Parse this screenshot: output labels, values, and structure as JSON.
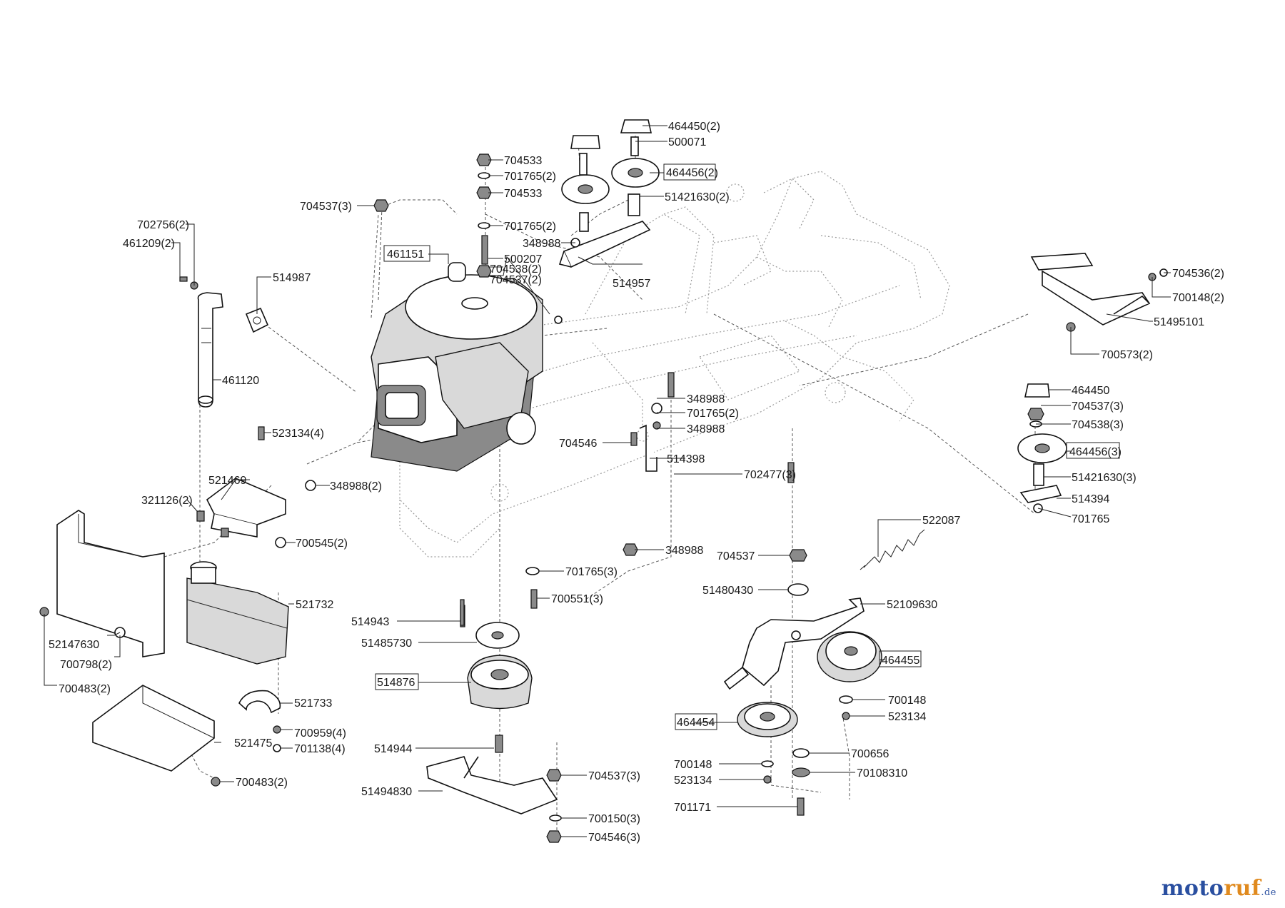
{
  "logo": {
    "main": "motoruf",
    "accent": "ruf",
    "domain": ".de"
  },
  "labels": [
    {
      "id": "l01",
      "text": "464450(2)"
    },
    {
      "id": "l02",
      "text": "500071"
    },
    {
      "id": "l03",
      "text": "704533"
    },
    {
      "id": "l04",
      "text": "464456(2)"
    },
    {
      "id": "l05",
      "text": "701765(2)"
    },
    {
      "id": "l06",
      "text": "704533"
    },
    {
      "id": "l07",
      "text": "51421630(2)"
    },
    {
      "id": "l08",
      "text": "704537(3)"
    },
    {
      "id": "l09",
      "text": "702756(2)"
    },
    {
      "id": "l10",
      "text": "701765(2)"
    },
    {
      "id": "l11",
      "text": "461209(2)"
    },
    {
      "id": "l12",
      "text": "348988"
    },
    {
      "id": "l13",
      "text": "461151"
    },
    {
      "id": "l14",
      "text": "500207"
    },
    {
      "id": "l15",
      "text": "704538(2)"
    },
    {
      "id": "l16",
      "text": "704537(2)"
    },
    {
      "id": "l17",
      "text": "514987"
    },
    {
      "id": "l18",
      "text": "514957"
    },
    {
      "id": "l19",
      "text": "704536(2)"
    },
    {
      "id": "l20",
      "text": "700148(2)"
    },
    {
      "id": "l21",
      "text": "51495101"
    },
    {
      "id": "l22",
      "text": "461120"
    },
    {
      "id": "l23",
      "text": "700573(2)"
    },
    {
      "id": "l24",
      "text": "464450"
    },
    {
      "id": "l25",
      "text": "348988"
    },
    {
      "id": "l26",
      "text": "704537(3)"
    },
    {
      "id": "l27",
      "text": "701765(2)"
    },
    {
      "id": "l28",
      "text": "704538(3)"
    },
    {
      "id": "l29",
      "text": "523134(4)"
    },
    {
      "id": "l30",
      "text": "348988"
    },
    {
      "id": "l31",
      "text": "704546"
    },
    {
      "id": "l32",
      "text": "464456(3)"
    },
    {
      "id": "l33",
      "text": "514398"
    },
    {
      "id": "l34",
      "text": "51421630(3)"
    },
    {
      "id": "l35",
      "text": "702477(3)"
    },
    {
      "id": "l36",
      "text": "521469"
    },
    {
      "id": "l37",
      "text": "348988(2)"
    },
    {
      "id": "l38",
      "text": "514394"
    },
    {
      "id": "l39",
      "text": "321126(2)"
    },
    {
      "id": "l40",
      "text": "701765"
    },
    {
      "id": "l41",
      "text": "522087"
    },
    {
      "id": "l42",
      "text": "700545(2)"
    },
    {
      "id": "l43",
      "text": "348988"
    },
    {
      "id": "l44",
      "text": "704537"
    },
    {
      "id": "l45",
      "text": "701765(3)"
    },
    {
      "id": "l46",
      "text": "521732"
    },
    {
      "id": "l47",
      "text": "700551(3)"
    },
    {
      "id": "l48",
      "text": "51480430"
    },
    {
      "id": "l49",
      "text": "52109630"
    },
    {
      "id": "l50",
      "text": "514943"
    },
    {
      "id": "l51",
      "text": "52147630"
    },
    {
      "id": "l52",
      "text": "51485730"
    },
    {
      "id": "l53",
      "text": "700798(2)"
    },
    {
      "id": "l54",
      "text": "464455"
    },
    {
      "id": "l55",
      "text": "514876"
    },
    {
      "id": "l56",
      "text": "700483(2)"
    },
    {
      "id": "l57",
      "text": "700148"
    },
    {
      "id": "l58",
      "text": "521733"
    },
    {
      "id": "l59",
      "text": "523134"
    },
    {
      "id": "l60",
      "text": "464454"
    },
    {
      "id": "l61",
      "text": "700959(4)"
    },
    {
      "id": "l62",
      "text": "701138(4)"
    },
    {
      "id": "l63",
      "text": "521475"
    },
    {
      "id": "l64",
      "text": "514944"
    },
    {
      "id": "l65",
      "text": "700656"
    },
    {
      "id": "l66",
      "text": "700148"
    },
    {
      "id": "l67",
      "text": "70108310"
    },
    {
      "id": "l68",
      "text": "704537(3)"
    },
    {
      "id": "l69",
      "text": "523134"
    },
    {
      "id": "l70",
      "text": "51494830"
    },
    {
      "id": "l71",
      "text": "700483(2)"
    },
    {
      "id": "l72",
      "text": "700150(3)"
    },
    {
      "id": "l73",
      "text": "701171"
    },
    {
      "id": "l74",
      "text": "704546(3)"
    }
  ]
}
